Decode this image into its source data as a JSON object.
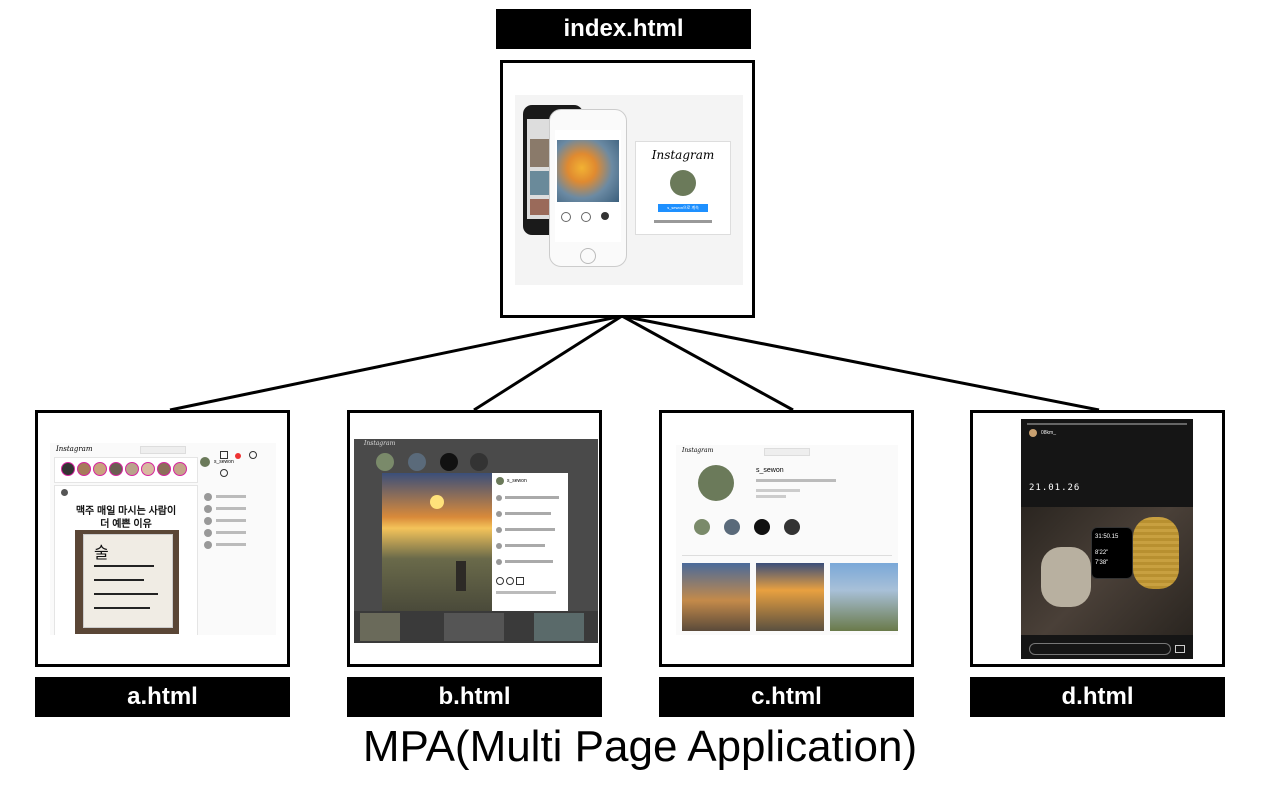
{
  "diagram": {
    "title": "MPA(Multi Page Application)",
    "root": {
      "label": "index.html"
    },
    "children": [
      {
        "label": "a.html"
      },
      {
        "label": "b.html"
      },
      {
        "label": "c.html"
      },
      {
        "label": "d.html"
      }
    ]
  },
  "screens": {
    "index": {
      "brand": "Instagram",
      "login_button": "s_sewon으로 계속"
    },
    "a": {
      "brand": "Instagram",
      "username": "s_sewon",
      "post_text_line1": "맥주 매일 마시는 사람이",
      "post_text_line2": "더 예쁜 이유",
      "sign_word": "술"
    },
    "b": {
      "brand": "Instagram",
      "username": "s_sewon"
    },
    "c": {
      "brand": "Instagram",
      "username": "s_sewon"
    },
    "d": {
      "username": "08km_",
      "date": "21.01.26",
      "watch_line1": "31:50.15",
      "watch_line2": "8'22\"",
      "watch_line3": "7'38\""
    }
  },
  "colors": {
    "label_bg": "#000000",
    "label_text": "#ffffff",
    "line": "#000000"
  }
}
